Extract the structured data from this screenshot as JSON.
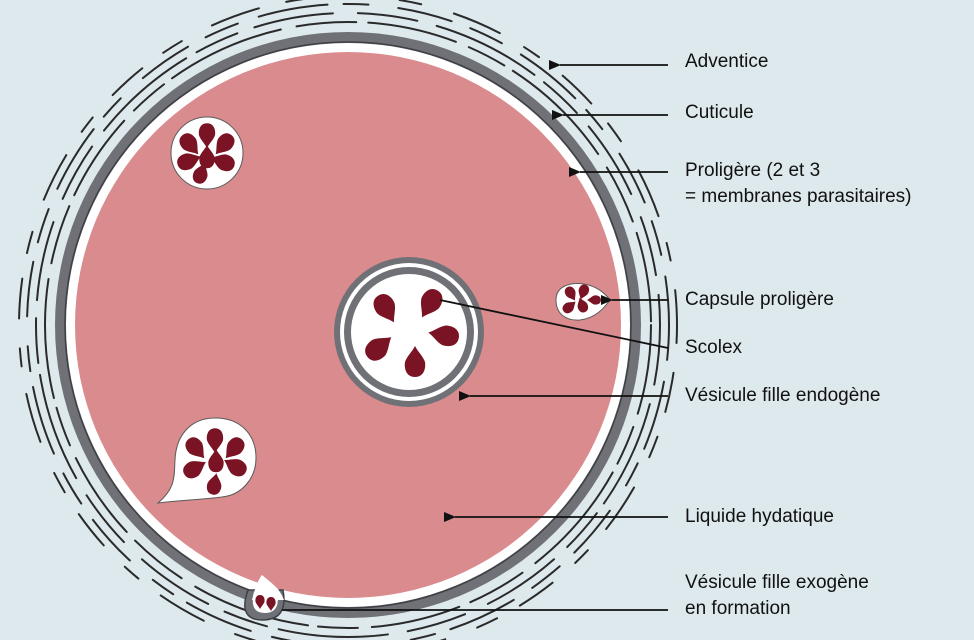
{
  "colors": {
    "background": "#dde9ec",
    "liquid": "#d98b8e",
    "cuticle": "#6f7177",
    "membrane": "#ffffff",
    "scolex": "#7a1424",
    "arrow": "#111111"
  },
  "labels": {
    "adventice": "Adventice",
    "cuticule": "Cuticule",
    "proligere_line1": "Proligère (2 et 3",
    "proligere_line2": "= membranes parasitaires)",
    "capsule_proligere": "Capsule proligère",
    "scolex": "Scolex",
    "vesicule_endogene": "Vésicule fille endogène",
    "liquide_hydatique": "Liquide hydatique",
    "vesicule_exogene_line1": "Vésicule fille exogène",
    "vesicule_exogene_line2": "en formation"
  }
}
